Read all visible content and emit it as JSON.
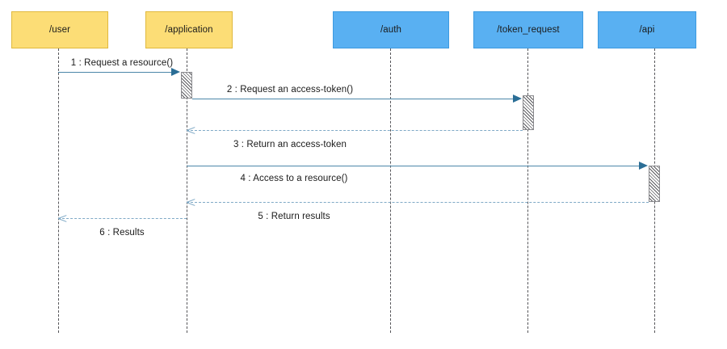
{
  "diagram": {
    "type": "uml-sequence-diagram",
    "background_color": "#ffffff",
    "actor_fill": "#fcdd76",
    "actor_border": "#e0b93f",
    "service_fill": "#59b0f2",
    "service_border": "#3d9ae0",
    "call_line_color": "#4c87a9",
    "return_line_color": "#7fa9c6",
    "lifeline_color": "#56565a"
  },
  "lifelines": [
    {
      "id": "user",
      "label": "/user",
      "kind": "actor"
    },
    {
      "id": "application",
      "label": "/application",
      "kind": "actor"
    },
    {
      "id": "auth",
      "label": "/auth",
      "kind": "service"
    },
    {
      "id": "token_request",
      "label": "/token_request",
      "kind": "service"
    },
    {
      "id": "api",
      "label": "/api",
      "kind": "service"
    }
  ],
  "messages": [
    {
      "seq": "1",
      "label": "1 : Request a resource()",
      "from": "user",
      "to": "application",
      "kind": "call",
      "direction": "right"
    },
    {
      "seq": "2",
      "label": "2 : Request an access-token()",
      "from": "application",
      "to": "token_request",
      "kind": "call",
      "direction": "right"
    },
    {
      "seq": "3",
      "label": "3 : Return an access-token",
      "from": "token_request",
      "to": "application",
      "kind": "return",
      "direction": "left"
    },
    {
      "seq": "4",
      "label": "4 : Access to a resource()",
      "from": "application",
      "to": "api",
      "kind": "call",
      "direction": "right"
    },
    {
      "seq": "5",
      "label": "5 : Return results",
      "from": "api",
      "to": "application",
      "kind": "return",
      "direction": "left"
    },
    {
      "seq": "6",
      "label": "6 : Results",
      "from": "application",
      "to": "user",
      "kind": "return",
      "direction": "left"
    }
  ]
}
